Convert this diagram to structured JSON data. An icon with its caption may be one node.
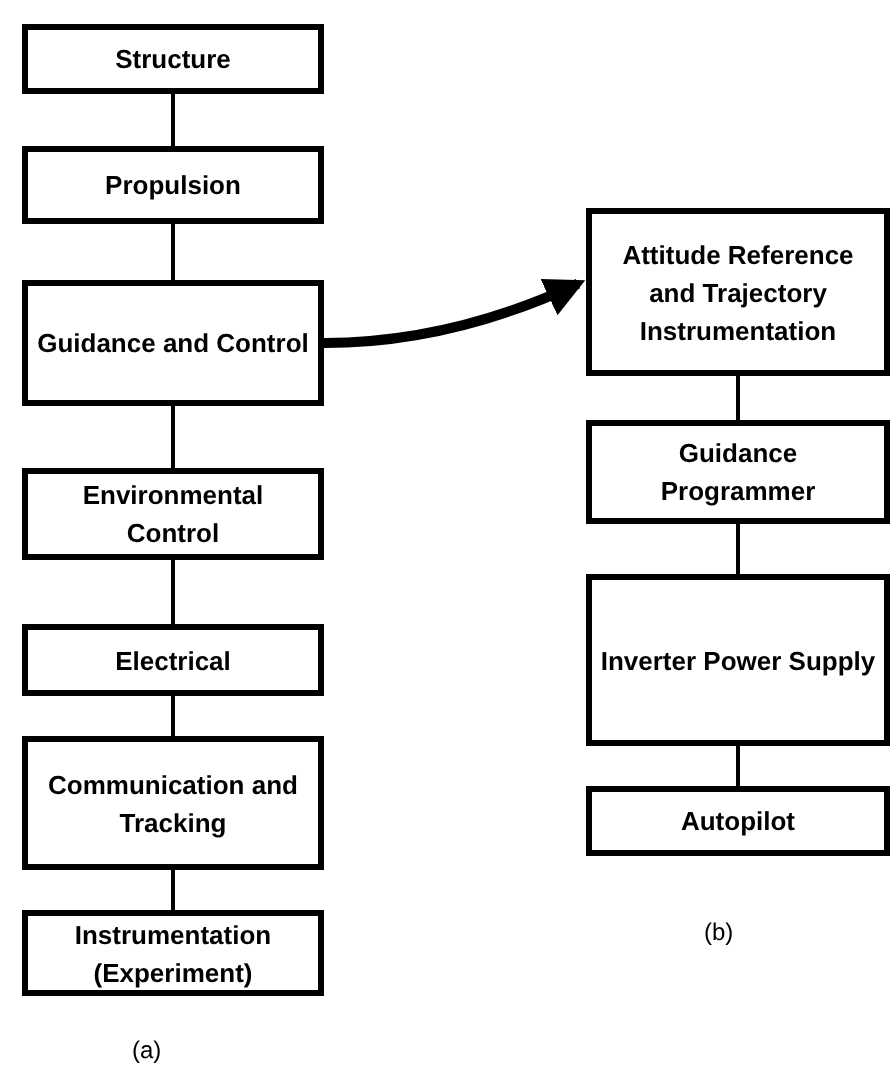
{
  "diagram": {
    "nodes": [
      {
        "text": [
          "Structure"
        ]
      },
      {
        "text": [
          "Propulsion"
        ]
      },
      {
        "text": [
          "Guidance and Control"
        ]
      },
      {
        "text": [
          "Environmental Control"
        ]
      },
      {
        "text": [
          "Electrical"
        ]
      },
      {
        "text": [
          "Communication and Tracking"
        ]
      },
      {
        "text": [
          "Instrumentation (Experiment)"
        ]
      },
      {
        "text": [
          "Attitude Reference and Trajectory Instrumentation"
        ]
      },
      {
        "text": [
          "Guidance Programmer"
        ]
      },
      {
        "text": [
          "Inverter Power Supply"
        ]
      },
      {
        "text": [
          "Autopilot"
        ]
      }
    ],
    "edges": [
      {
        "from": 0,
        "to": 1,
        "arrow": "none"
      },
      {
        "from": 1,
        "to": 2,
        "arrow": "none"
      },
      {
        "from": 2,
        "to": 3,
        "arrow": "none"
      },
      {
        "from": 3,
        "to": 4,
        "arrow": "none"
      },
      {
        "from": 4,
        "to": 5,
        "arrow": "none"
      },
      {
        "from": 5,
        "to": 6,
        "arrow": "none"
      },
      {
        "from": 2,
        "to": 7,
        "arrow": "to",
        "style": "thick"
      },
      {
        "from": 7,
        "to": 8,
        "arrow": "none"
      },
      {
        "from": 8,
        "to": 9,
        "arrow": "none"
      },
      {
        "from": 9,
        "to": 10,
        "arrow": "none"
      }
    ],
    "labels": [
      "(a)",
      "(b)"
    ]
  }
}
